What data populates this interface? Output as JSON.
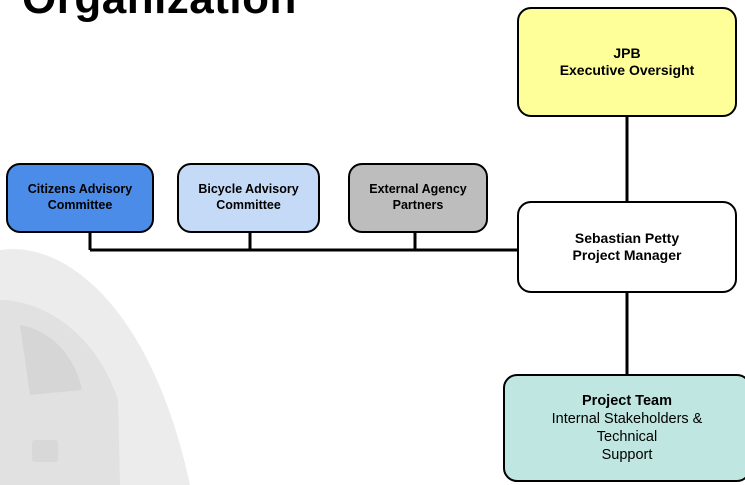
{
  "title": "Organization",
  "nodes": {
    "exec": {
      "lines": [
        "JPB",
        "Executive Oversight"
      ],
      "fill": "#ffff99"
    },
    "pm": {
      "lines": [
        "Sebastian Petty",
        "Project Manager"
      ],
      "fill": "#ffffff"
    },
    "team": {
      "lines": [
        "Project Team",
        "Internal Stakeholders &",
        "Technical",
        "Support"
      ],
      "fill": "#bfe6e0"
    },
    "cac": {
      "lines": [
        "Citizens Advisory",
        "Committee"
      ],
      "fill": "#4a8ce8"
    },
    "bac": {
      "lines": [
        "Bicycle Advisory",
        "Committee"
      ],
      "fill": "#c4daf6"
    },
    "ext": {
      "lines": [
        "External Agency",
        "Partners"
      ],
      "fill": "#bdbdbd"
    }
  },
  "colors": {
    "connector": "#000000",
    "background_art": "#e9e9e9"
  }
}
